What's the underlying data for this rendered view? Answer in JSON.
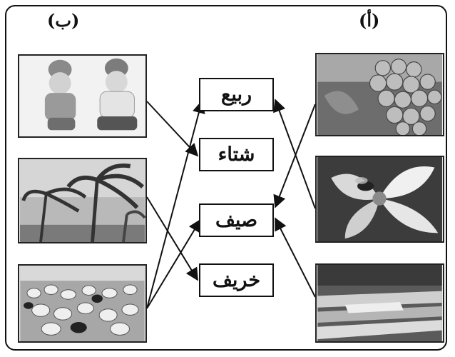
{
  "labels": {
    "right_column": "(أ)",
    "left_column": "(ب)"
  },
  "seasons": [
    "ربيع",
    "شتاء",
    "صيف",
    "خريف"
  ],
  "left_images": [
    {
      "icon": "two-babies-in-knit-hats"
    },
    {
      "icon": "palm-trees-in-wind-storm"
    },
    {
      "icon": "flock-of-sheep-in-field"
    }
  ],
  "right_images": [
    {
      "icon": "grape-cluster"
    },
    {
      "icon": "flower-with-bee"
    },
    {
      "icon": "salt-evaporation-pans"
    }
  ],
  "connections": [
    {
      "from": "left-babies",
      "to": "شتاء"
    },
    {
      "from": "left-palms",
      "to": "خريف"
    },
    {
      "from": "left-sheep",
      "to": "ربيع"
    },
    {
      "from": "left-sheep",
      "to": "صيف"
    },
    {
      "from": "right-grapes",
      "to": "صيف"
    },
    {
      "from": "right-flower",
      "to": "ربيع"
    },
    {
      "from": "right-salt",
      "to": "صيف"
    }
  ]
}
